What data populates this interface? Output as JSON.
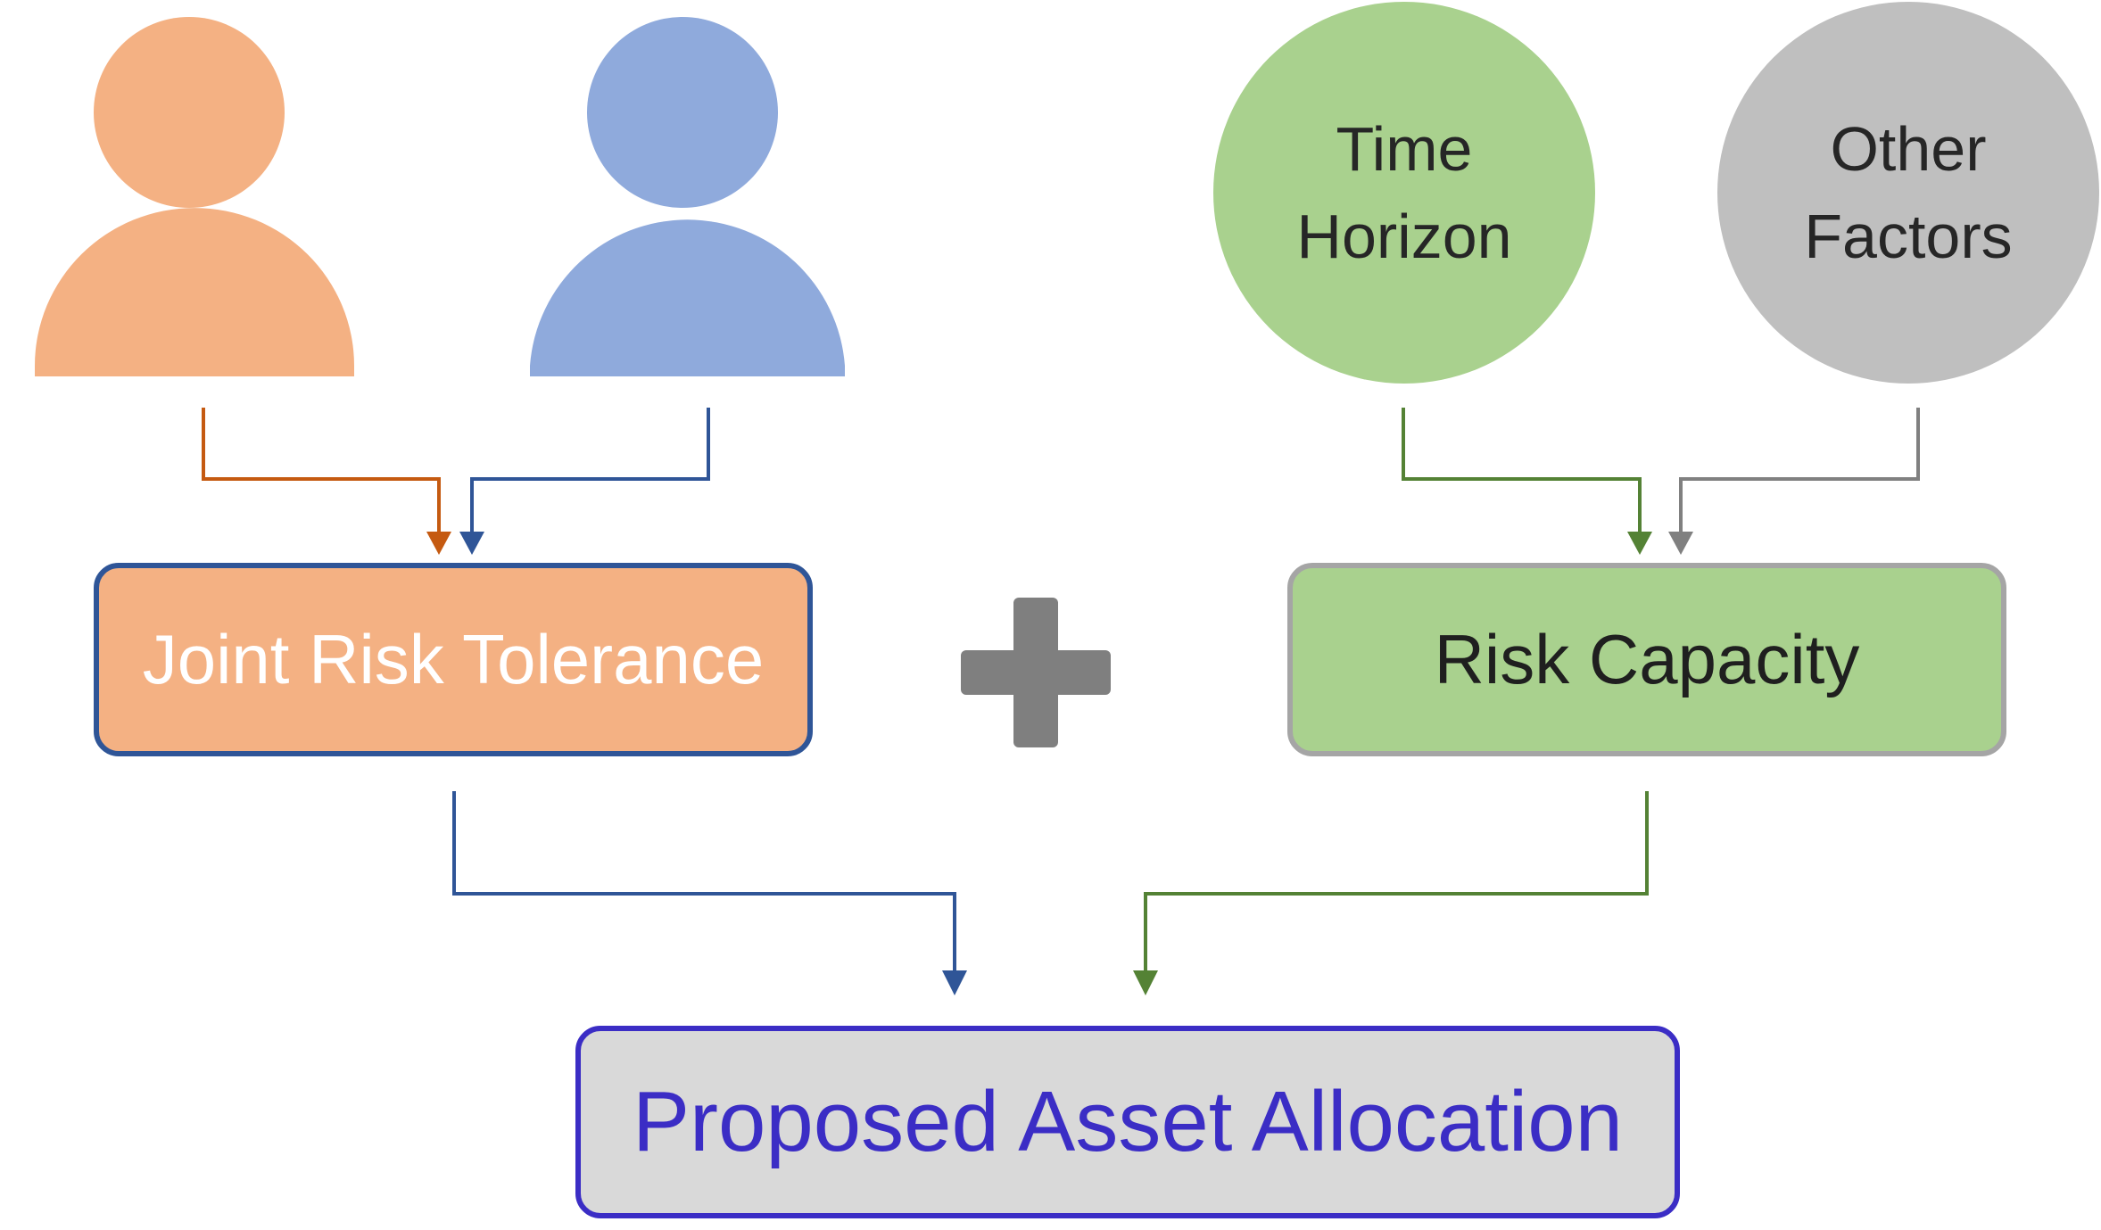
{
  "diagram": {
    "people": [
      {
        "name": "person-1",
        "color": "#F4B183"
      },
      {
        "name": "person-2",
        "color": "#8FAADC"
      }
    ],
    "factors": [
      {
        "label_lines": [
          "Time",
          "Horizon"
        ],
        "color": "#A9D18E"
      },
      {
        "label_lines": [
          "Other",
          "Factors"
        ],
        "color": "#BFBFBF"
      }
    ],
    "boxes": {
      "joint_risk_tolerance": {
        "label": "Joint Risk Tolerance",
        "fill": "#F4B183",
        "border": "#2F5597",
        "text_color": "#FFFFFF"
      },
      "risk_capacity": {
        "label": "Risk Capacity",
        "fill": "#A9D18E",
        "border": "#A5A5A5",
        "text_color": "#1F1F1F"
      },
      "proposed_asset_allocation": {
        "label": "Proposed Asset Allocation",
        "fill": "#D9D9D9",
        "border": "#3B2DC5",
        "text_color": "#3B2DC5"
      }
    },
    "operator": {
      "symbol": "+",
      "color": "#7F7F7F"
    },
    "arrows": [
      {
        "from": "person-1",
        "to": "joint_risk_tolerance",
        "color": "#C55A11"
      },
      {
        "from": "person-2",
        "to": "joint_risk_tolerance",
        "color": "#2F5597"
      },
      {
        "from": "time_horizon",
        "to": "risk_capacity",
        "color": "#548235"
      },
      {
        "from": "other_factors",
        "to": "risk_capacity",
        "color": "#808080"
      },
      {
        "from": "joint_risk_tolerance",
        "to": "proposed_asset_allocation",
        "color": "#2F5597"
      },
      {
        "from": "risk_capacity",
        "to": "proposed_asset_allocation",
        "color": "#548235"
      }
    ]
  }
}
